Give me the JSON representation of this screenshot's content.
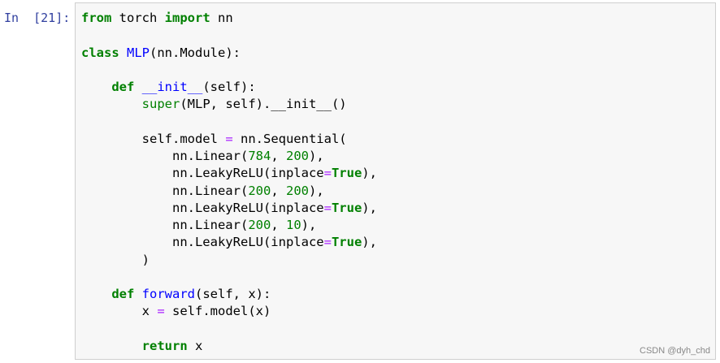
{
  "prompt": {
    "label": "In  [21]:"
  },
  "code_lines": [
    [
      [
        "kw",
        "from"
      ],
      [
        "txt",
        " torch "
      ],
      [
        "kw",
        "import"
      ],
      [
        "txt",
        " nn"
      ]
    ],
    [],
    [
      [
        "kw",
        "class"
      ],
      [
        "txt",
        " "
      ],
      [
        "nm",
        "MLP"
      ],
      [
        "txt",
        "(nn.Module):"
      ]
    ],
    [],
    [
      [
        "txt",
        "    "
      ],
      [
        "kw",
        "def"
      ],
      [
        "txt",
        " "
      ],
      [
        "nm",
        "__init__"
      ],
      [
        "txt",
        "(self):"
      ]
    ],
    [
      [
        "txt",
        "        "
      ],
      [
        "bi",
        "super"
      ],
      [
        "txt",
        "(MLP, self).__init__()"
      ]
    ],
    [],
    [
      [
        "txt",
        "        self.model "
      ],
      [
        "op",
        "="
      ],
      [
        "txt",
        " nn.Sequential("
      ]
    ],
    [
      [
        "txt",
        "            nn.Linear("
      ],
      [
        "num",
        "784"
      ],
      [
        "txt",
        ", "
      ],
      [
        "num",
        "200"
      ],
      [
        "txt",
        "),"
      ]
    ],
    [
      [
        "txt",
        "            nn.LeakyReLU(inplace"
      ],
      [
        "op",
        "="
      ],
      [
        "kw",
        "True"
      ],
      [
        "txt",
        "),"
      ]
    ],
    [
      [
        "txt",
        "            nn.Linear("
      ],
      [
        "num",
        "200"
      ],
      [
        "txt",
        ", "
      ],
      [
        "num",
        "200"
      ],
      [
        "txt",
        "),"
      ]
    ],
    [
      [
        "txt",
        "            nn.LeakyReLU(inplace"
      ],
      [
        "op",
        "="
      ],
      [
        "kw",
        "True"
      ],
      [
        "txt",
        "),"
      ]
    ],
    [
      [
        "txt",
        "            nn.Linear("
      ],
      [
        "num",
        "200"
      ],
      [
        "txt",
        ", "
      ],
      [
        "num",
        "10"
      ],
      [
        "txt",
        "),"
      ]
    ],
    [
      [
        "txt",
        "            nn.LeakyReLU(inplace"
      ],
      [
        "op",
        "="
      ],
      [
        "kw",
        "True"
      ],
      [
        "txt",
        "),"
      ]
    ],
    [
      [
        "txt",
        "        )"
      ]
    ],
    [],
    [
      [
        "txt",
        "    "
      ],
      [
        "kw",
        "def"
      ],
      [
        "txt",
        " "
      ],
      [
        "nm",
        "forward"
      ],
      [
        "txt",
        "(self, x):"
      ]
    ],
    [
      [
        "txt",
        "        x "
      ],
      [
        "op",
        "="
      ],
      [
        "txt",
        " self.model(x)"
      ]
    ],
    [],
    [
      [
        "txt",
        "        "
      ],
      [
        "kw",
        "return"
      ],
      [
        "txt",
        " x"
      ]
    ]
  ],
  "watermark": "CSDN @dyh_chd"
}
